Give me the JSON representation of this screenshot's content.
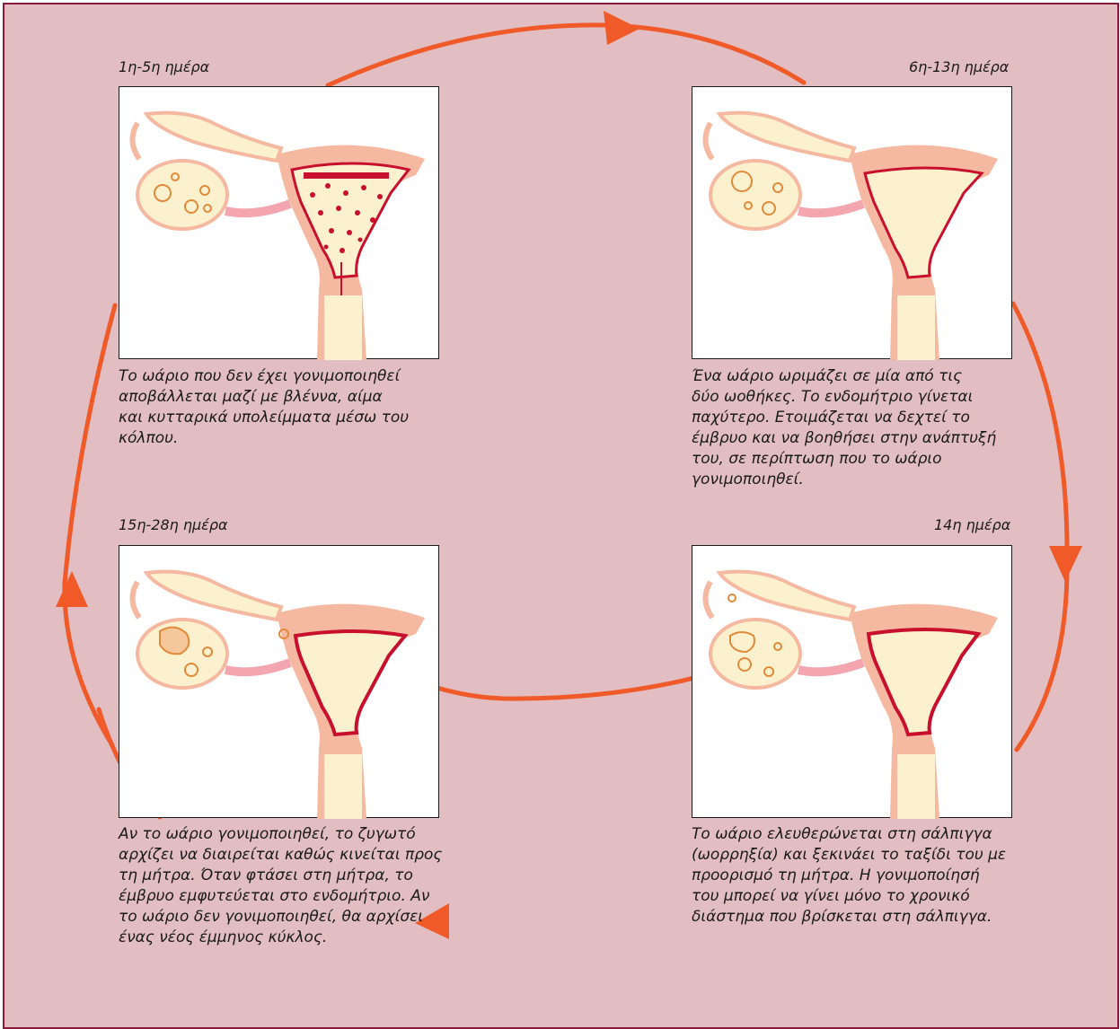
{
  "colors": {
    "background": "#e2bec3",
    "border": "#8b1a3a",
    "arrow": "#f05a28",
    "uterus_outer": "#f5b8a0",
    "uterus_inner": "#fbf1cf",
    "endometrium": "#c8102e"
  },
  "stages": [
    {
      "id": "days-1-5",
      "label": "1η-5η ημέρα",
      "description_lines": [
        "Το ωάριο που δεν έχει γονιμοποιηθεί",
        "αποβάλλεται μαζί με βλέννα, αίμα",
        "και κυτταρικά υπολείμματα μέσω του",
        "κόλπου."
      ],
      "illustration": "uterus-menstruation"
    },
    {
      "id": "days-6-13",
      "label": "6η-13η ημέρα",
      "description_lines": [
        "Ένα ωάριο ωριμάζει σε μία από τις",
        "δύο ωοθήκες. Το ενδομήτριο  γίνεται",
        "παχύτερο. Ετοιμάζεται να δεχτεί το",
        "έμβρυο και να βοηθήσει στην ανάπτυξή",
        "του, σε περίπτωση που το ωάριο",
        "γονιμοποιηθεί."
      ],
      "illustration": "uterus-follicular"
    },
    {
      "id": "day-14",
      "label": "14η ημέρα",
      "description_lines": [
        "Το ωάριο ελευθερώνεται στη σάλπιγγα",
        "(ωορρηξία) και ξεκινάει το ταξίδι του με",
        "προορισμό τη μήτρα. Η γονιμοποίησή",
        "του μπορεί να γίνει μόνο το χρονικό",
        "διάστημα που βρίσκεται στη σάλπιγγα."
      ],
      "illustration": "uterus-ovulation"
    },
    {
      "id": "days-15-28",
      "label": "15η-28η ημέρα",
      "description_lines": [
        "Αν το ωάριο γονιμοποιηθεί, το ζυγωτό",
        "αρχίζει να διαιρείται καθώς κινείται προς",
        "τη μήτρα. Όταν φτάσει στη μήτρα, το",
        "έμβρυο εμφυτεύεται στο ενδομήτριο. Αν",
        "το ωάριο δεν γονιμοποιηθεί, θα αρχίσει",
        "ένας νέος έμμηνος κύκλος."
      ],
      "illustration": "uterus-luteal"
    }
  ]
}
